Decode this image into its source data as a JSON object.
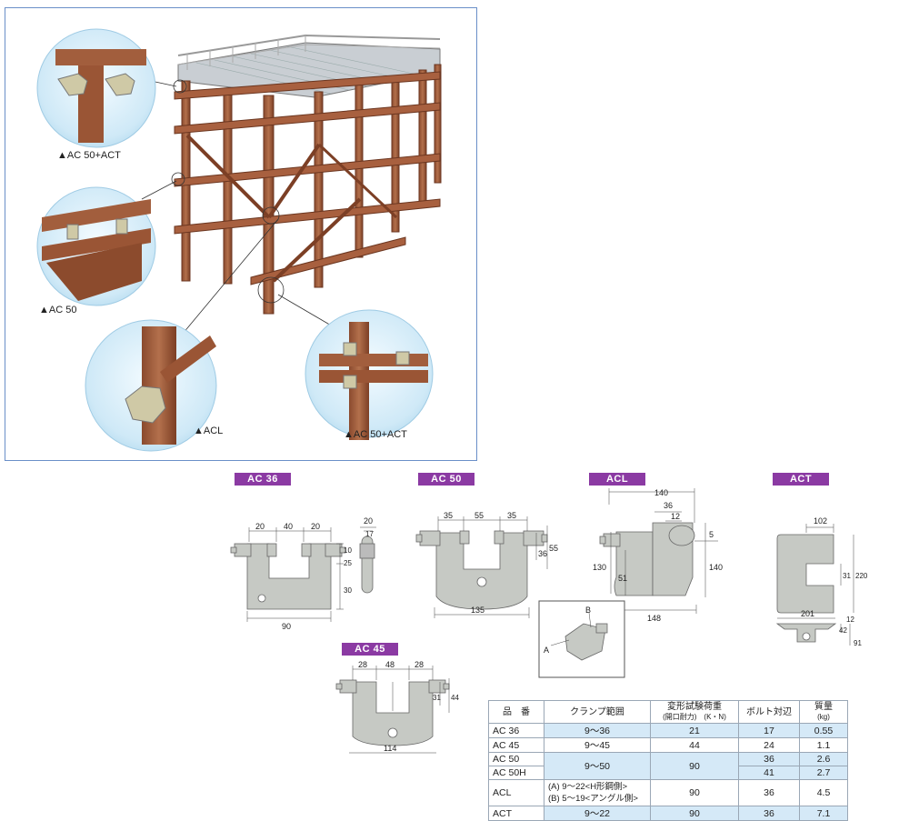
{
  "illustration": {
    "captions": [
      "▲AC 50+ACT",
      "▲AC 50",
      "▲ACL",
      "▲AC 50+ACT"
    ]
  },
  "products": {
    "ac36": {
      "tag": "AC 36",
      "dims": [
        "20",
        "40",
        "20",
        "20",
        "17",
        "10",
        "25",
        "30",
        "90"
      ]
    },
    "ac50": {
      "tag": "AC 50",
      "dims": [
        "35",
        "55",
        "35",
        "36",
        "55",
        "135"
      ]
    },
    "acl": {
      "tag": "ACL",
      "dims": [
        "140",
        "36",
        "12",
        "5",
        "130",
        "51",
        "140",
        "148"
      ],
      "inset_labels": [
        "B",
        "A"
      ]
    },
    "act": {
      "tag": "ACT",
      "dims": [
        "102",
        "31",
        "220",
        "201",
        "12",
        "42",
        "91"
      ]
    },
    "ac45": {
      "tag": "AC 45",
      "dims": [
        "28",
        "48",
        "28",
        "31",
        "44",
        "114"
      ]
    }
  },
  "spec_table": {
    "headers": {
      "name": "品　番",
      "range": "クランプ範囲",
      "load": "変形試験荷重",
      "load_sub": "(開口耐力)　(K・N)",
      "bolt": "ボルト対辺",
      "mass": "質量",
      "mass_sub": "(kg)"
    },
    "rows": [
      {
        "name": "AC 36",
        "range": "9〜36",
        "load": "21",
        "bolt": "17",
        "mass": "0.55"
      },
      {
        "name": "AC 45",
        "range": "9〜45",
        "load": "44",
        "bolt": "24",
        "mass": "1.1"
      },
      {
        "name": "AC 50",
        "range": "9〜50",
        "load": "90",
        "bolt": "36",
        "mass": "2.6"
      },
      {
        "name": "AC 50H",
        "bolt": "41",
        "mass": "2.7"
      },
      {
        "name": "ACL",
        "range_a": "(A)  9〜22<H形鋼側>",
        "range_b": "(B)  5〜19<アングル側>",
        "load": "90",
        "bolt": "36",
        "mass": "4.5"
      },
      {
        "name": "ACT",
        "range": "9〜22",
        "load": "90",
        "bolt": "36",
        "mass": "7.1"
      }
    ]
  }
}
